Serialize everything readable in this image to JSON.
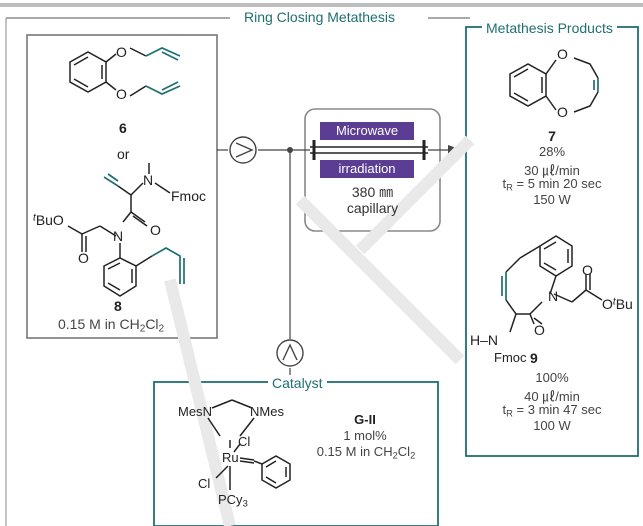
{
  "colors": {
    "teal": "#1f6f70",
    "gray": "#7a7a7a",
    "purple": "#5b3e93",
    "allyl": "#1f6f70"
  },
  "header": {
    "title": "Ring Closing Metathesis"
  },
  "substrates": {
    "compound6": {
      "label": "6",
      "atoms": [
        "O",
        "O"
      ]
    },
    "or_text": "or",
    "compound8": {
      "label": "8",
      "atoms": {
        "n_top": "N",
        "fmoc": "Fmoc",
        "tbu_o": "BuO",
        "tbu_prefix": "t",
        "n_mid": "N",
        "o_left": "O",
        "o_right": "O"
      }
    },
    "conditions_main": "0.15 M in CH",
    "conditions_sub1": "2",
    "conditions_mid": "Cl",
    "conditions_sub2": "2"
  },
  "reactor": {
    "label1": "Microwave",
    "label2": "irradiation",
    "length": "380 ㎜",
    "type": "capillary"
  },
  "catalyst": {
    "title": "Catalyst",
    "name": "G-II",
    "loading": "1 mol%",
    "conc_main": "0.15 M in CH",
    "conc_sub1": "2",
    "conc_mid": "Cl",
    "conc_sub2": "2",
    "atoms": {
      "mes_left": "Mes",
      "n_left": "N",
      "mes_right": "NMes",
      "ru": "Ru",
      "cl1": "Cl",
      "cl2": "Cl",
      "pcy": "PCy",
      "pcy_sub": "3"
    }
  },
  "products": {
    "title": "Metathesis Products",
    "p7": {
      "label": "7",
      "atoms": [
        "O",
        "O"
      ],
      "yield": "28%",
      "flow": "30 ㎕/min",
      "tr_main": "t",
      "tr_sub": "R",
      "tr_rest": " = 5 min 20 sec",
      "power": "150 W"
    },
    "p9": {
      "label": "9",
      "atoms": {
        "n": "N",
        "o_ester": "O",
        "o_tbu": "O",
        "tbu": "Bu",
        "tbu_prefix": "t",
        "o_amide": "O",
        "hn": "H–N",
        "fmoc": "Fmoc"
      },
      "yield": "100%",
      "flow": "40 ㎕/min",
      "tr_main": "t",
      "tr_sub": "R",
      "tr_rest": " = 3 min 47 sec",
      "power": "100 W"
    }
  }
}
